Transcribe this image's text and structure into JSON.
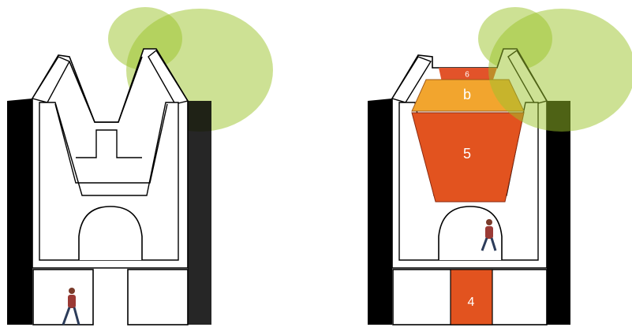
{
  "diagram": {
    "left_view": {
      "description_colors": {
        "wall": "#000000",
        "tree": "#9cc42a"
      }
    },
    "right_view": {
      "labels": {
        "top_slab": "6",
        "upper_volume": "b",
        "main_volume": "5",
        "ground_column": "4"
      },
      "colors": {
        "top_slab": "#e2532a",
        "upper_volume": "#f2a52e",
        "main_volume": "#e2531f",
        "ground_column": "#e2531f",
        "tree": "#9cc42a"
      }
    }
  }
}
